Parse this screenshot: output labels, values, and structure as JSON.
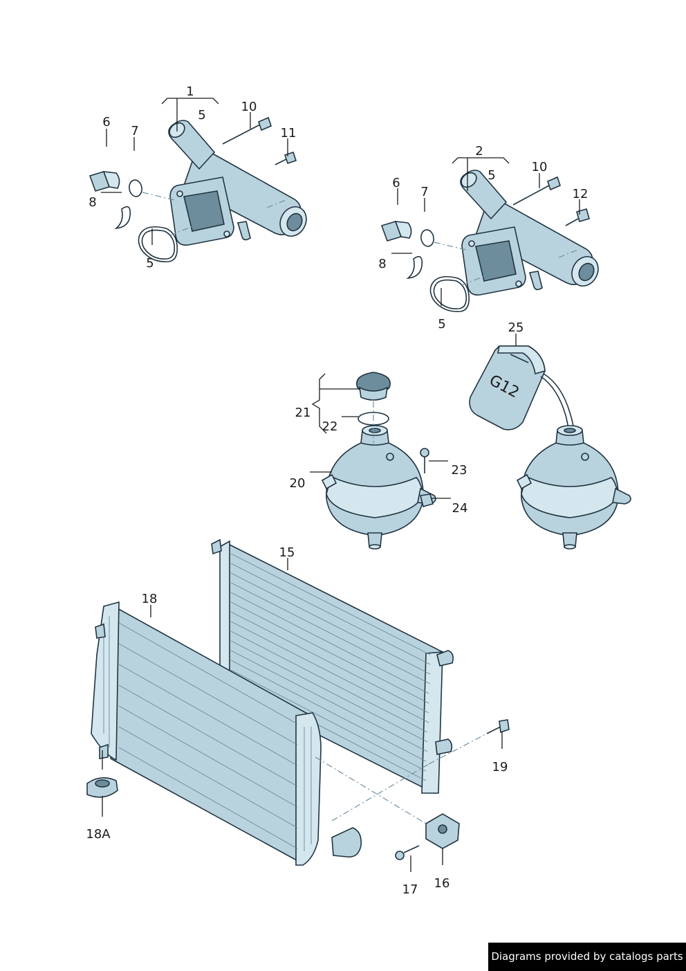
{
  "callouts": {
    "c1": "1",
    "c1_5": "5",
    "c6a": "6",
    "c7a": "7",
    "c8a": "8",
    "c5a": "5",
    "c10a": "10",
    "c11": "11",
    "c2": "2",
    "c2_5": "5",
    "c6b": "6",
    "c7b": "7",
    "c8b": "8",
    "c5b": "5",
    "c10b": "10",
    "c12": "12",
    "c25": "25",
    "c21": "21",
    "c22": "22",
    "c23": "23",
    "c20": "20",
    "c24": "24",
    "c15": "15",
    "c18": "18",
    "c19": "19",
    "c18a": "18A",
    "c17": "17",
    "c16": "16"
  },
  "jug_text": "G12",
  "credit": "Diagrams provided by catalogs parts"
}
